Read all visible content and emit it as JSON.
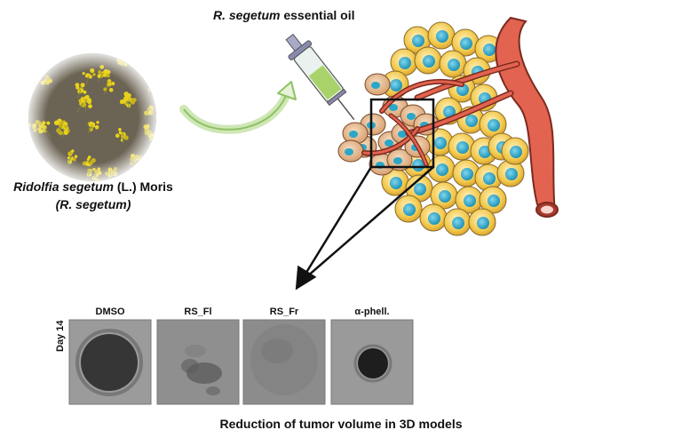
{
  "plant": {
    "caption_line1_name": "Ridolfia segetum",
    "caption_line1_author": " (L.) Moris",
    "caption_line2": "(R. segetum)"
  },
  "oil": {
    "label_species": "R. segetum",
    "label_rest": " essential oil"
  },
  "panels": {
    "row_label": "Day 14",
    "items": [
      {
        "label": "DMSO"
      },
      {
        "label": "RS_Fl"
      },
      {
        "label": "RS_Fr"
      },
      {
        "label": "α-phell."
      }
    ]
  },
  "conclusion": "Reduction of tumor volume in 3D models",
  "colors": {
    "flower_yellow": "#e8d21c",
    "arrow_green": "#8fc163",
    "cell_fill": "#f2c94c",
    "nucleus": "#2aa7c9",
    "vessel": "#e2634f",
    "spheroid_bg": "#8a8a8a"
  }
}
